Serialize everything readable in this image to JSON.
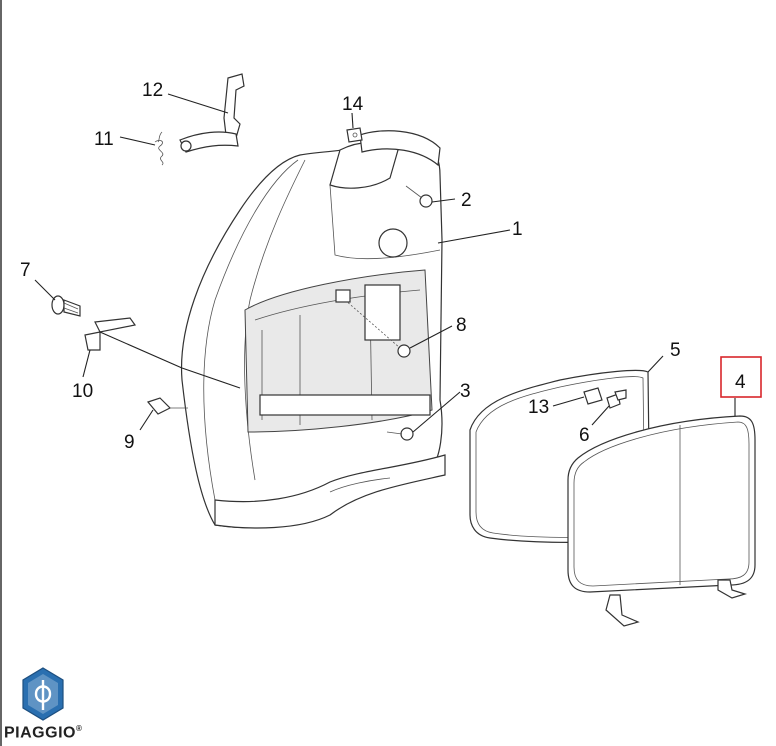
{
  "callouts": {
    "p1": "1",
    "p2": "2",
    "p3": "3",
    "p4": "4",
    "p5": "5",
    "p6": "6",
    "p7": "7",
    "p8": "8",
    "p9": "9",
    "p10": "10",
    "p11": "11",
    "p12": "12",
    "p13": "13",
    "p14": "14"
  },
  "highlight": {
    "part": "4",
    "color": "#d9262b"
  },
  "brand": {
    "name": "PIAGGIO",
    "mark": "®",
    "logo_color": "#2a6fb0"
  }
}
